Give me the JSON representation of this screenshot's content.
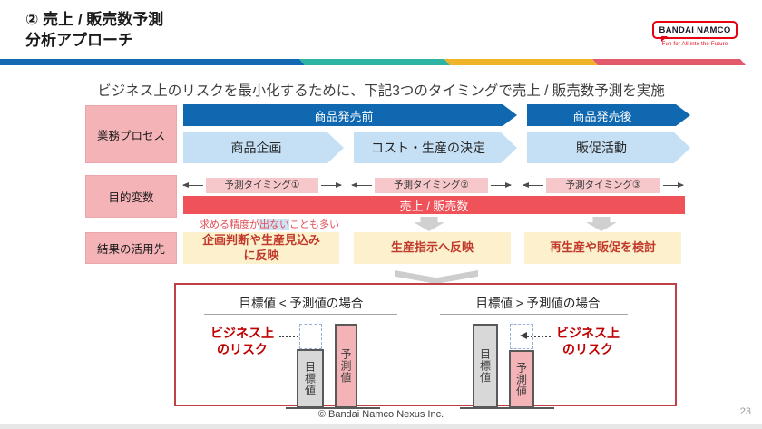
{
  "slide": {
    "title_line1": "② 売上 / 販売数予測",
    "title_line2": "分析アプローチ",
    "heading": "ビジネス上のリスクを最小化するために、下記3つのタイミングで売上 / 販売数予測を実施",
    "footer": "© Bandai Namco Nexus Inc.",
    "page_number": "23"
  },
  "logo": {
    "name": "BANDAI NAMCO",
    "tagline": "Fun for All into the Future",
    "brand_color": "#e60012"
  },
  "colors": {
    "stripe": [
      "#1269b2",
      "#2cb5a3",
      "#f0b42a",
      "#e25a6b"
    ],
    "phase_arrow_blue": "#1068b0",
    "process_arrow_blue": "#c5e0f5",
    "row_label_pink": "#f4b3b7",
    "timing_pink": "#f6c8cb",
    "target_bar_red": "#f0525a",
    "usage_box_yellow": "#fcf0cd",
    "usage_text_red": "#c0392b",
    "risk_text_red": "#c00000",
    "panel_border_red": "#bf4143",
    "bar_gray": "#d8d8d8",
    "bar_pink": "#f4b3b7",
    "note_highlight_blue": "#cfe3f5"
  },
  "diagram": {
    "row_labels": [
      "業務プロセス",
      "目的変数",
      "結果の活用先"
    ],
    "phases": [
      {
        "label": "商品発売前"
      },
      {
        "label": "商品発売後"
      }
    ],
    "processes": [
      {
        "label": "商品企画"
      },
      {
        "label": "コスト・生産の決定"
      },
      {
        "label": "販促活動"
      }
    ],
    "timings": [
      {
        "label": "予測タイミング①"
      },
      {
        "label": "予測タイミング②"
      },
      {
        "label": "予測タイミング③"
      }
    ],
    "target_bar_label": "売上 / 販売数",
    "note": {
      "pre": "求める精度が",
      "highlight": "出ない",
      "post": "ことも多い"
    },
    "usage_boxes": [
      {
        "lines": [
          "企画判断や生産見込み",
          "に反映"
        ]
      },
      {
        "lines": [
          "生産指示へ反映"
        ]
      },
      {
        "lines": [
          "再生産や販促を検討"
        ]
      }
    ]
  },
  "risk_panel": {
    "left": {
      "title": "目標値 < 予測値の場合",
      "risk_line1": "ビジネス上",
      "risk_line2": "のリスク",
      "target_bar_label": "目標値",
      "forecast_bar_label": "予測値"
    },
    "right": {
      "title": "目標値 > 予測値の場合",
      "risk_line1": "ビジネス上",
      "risk_line2": "のリスク",
      "target_bar_label": "目標値",
      "forecast_bar_label": "予測値"
    }
  }
}
